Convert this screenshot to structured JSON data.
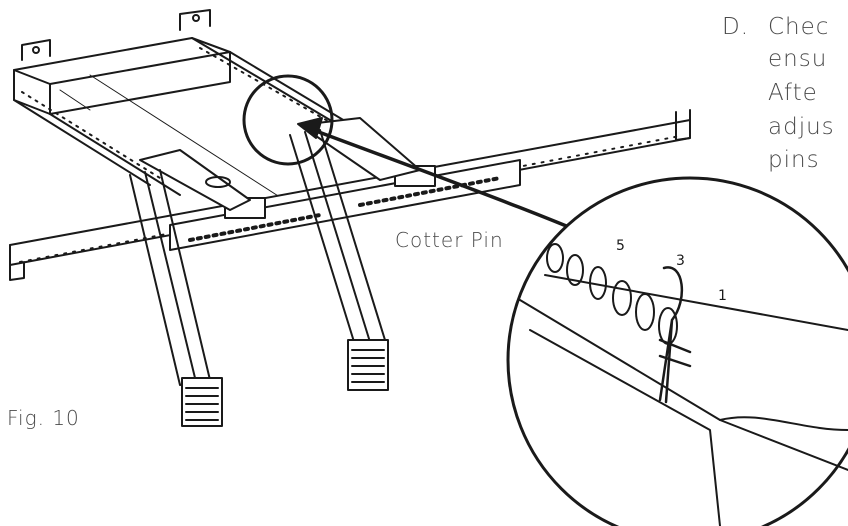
{
  "figure": {
    "step_letter": "D.",
    "step_lines": [
      "Chec",
      "ensu",
      "Afte",
      "adjus",
      "pins"
    ],
    "callout_label": "Cotter Pin",
    "figure_label": "Fig. 10",
    "hole_numbers": [
      "5",
      "3",
      "1"
    ]
  },
  "colors": {
    "line": "#1a1a1a",
    "text": "#4a4a4a",
    "background": "#ffffff"
  }
}
